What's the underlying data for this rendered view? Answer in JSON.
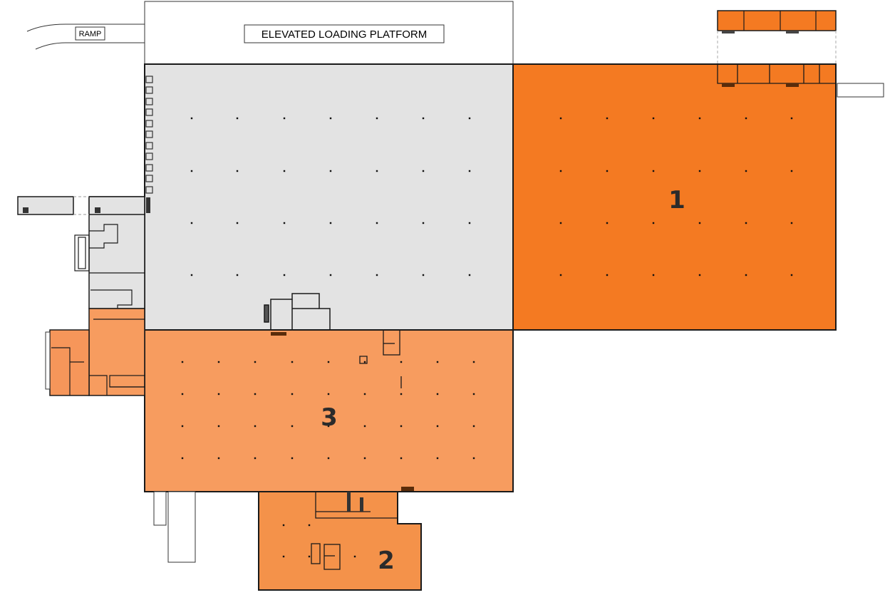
{
  "plan": {
    "title": "Floor Plan",
    "labels": {
      "ramp": "RAMP",
      "platform": "ELEVATED LOADING PLATFORM"
    },
    "units": [
      {
        "id": "1",
        "label": "1",
        "color": "#f47a22"
      },
      {
        "id": "2",
        "label": "2",
        "color": "#f4924a"
      },
      {
        "id": "3",
        "label": "3",
        "color": "#f79c5f"
      }
    ],
    "colors": {
      "common_area": "#e3e3e3",
      "wall": "#1a1a1a",
      "unit_1": "#f47a22",
      "unit_2": "#f4924a",
      "unit_3": "#f79c5f",
      "unit_3_annex": "#f6965a"
    }
  }
}
